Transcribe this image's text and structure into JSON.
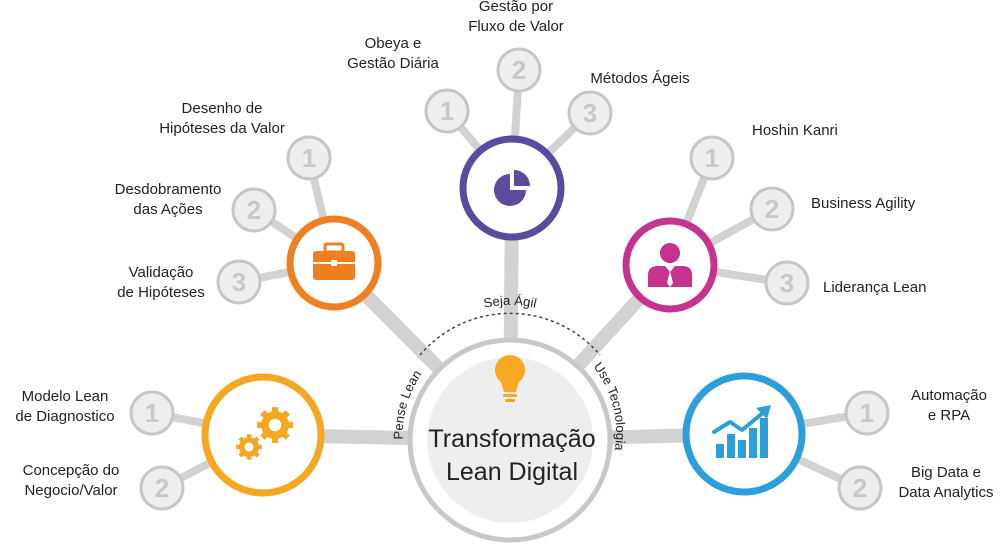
{
  "center": {
    "title_line1": "Transformação",
    "title_line2": "Lean Digital",
    "arc_top": "Seja Ágil",
    "arc_left": "Pense Lean",
    "arc_right": "Use Tecnologia",
    "icon": "lightbulb-icon"
  },
  "colors": {
    "connector": "#d2d2d2",
    "number_circle_fill": "#eeeeee",
    "number_circle_stroke": "#c6c6c6",
    "number_text": "#c8c8c8",
    "bulb": "#f7a823"
  },
  "hubs": [
    {
      "id": "top",
      "color": "#5b4a9e",
      "icon": "pie-chart-icon",
      "branches": [
        {
          "number": "1",
          "label_lines": [
            "Obeya e",
            "Gestão Diária"
          ]
        },
        {
          "number": "2",
          "label_lines": [
            "Gestão por",
            "Fluxo de Valor"
          ]
        },
        {
          "number": "3",
          "label_lines": [
            "Métodos Ágeis"
          ]
        }
      ]
    },
    {
      "id": "upper-left",
      "color": "#f07f22",
      "icon": "briefcase-icon",
      "branches": [
        {
          "number": "1",
          "label_lines": [
            "Desenho de",
            "Hipóteses da Valor"
          ]
        },
        {
          "number": "2",
          "label_lines": [
            "Desdobramento",
            "das Ações"
          ]
        },
        {
          "number": "3",
          "label_lines": [
            "Validação",
            "de Hipóteses"
          ]
        }
      ]
    },
    {
      "id": "upper-right",
      "color": "#c5338e",
      "icon": "person-icon",
      "branches": [
        {
          "number": "1",
          "label_lines": [
            "Hoshin Kanri"
          ]
        },
        {
          "number": "2",
          "label_lines": [
            "Business Agility"
          ]
        },
        {
          "number": "3",
          "label_lines": [
            "Liderança Lean"
          ]
        }
      ]
    },
    {
      "id": "lower-left",
      "color": "#f6a721",
      "icon": "gears-icon",
      "branches": [
        {
          "number": "1",
          "label_lines": [
            "Modelo Lean",
            "de Diagnostico"
          ]
        },
        {
          "number": "2",
          "label_lines": [
            "Concepção do",
            "Negocio/Valor"
          ]
        }
      ]
    },
    {
      "id": "lower-right",
      "color": "#2b9fd9",
      "icon": "growth-chart-icon",
      "branches": [
        {
          "number": "1",
          "label_lines": [
            "Automação",
            "e RPA"
          ]
        },
        {
          "number": "2",
          "label_lines": [
            "Big Data e",
            "Data Analytics"
          ]
        }
      ]
    }
  ]
}
